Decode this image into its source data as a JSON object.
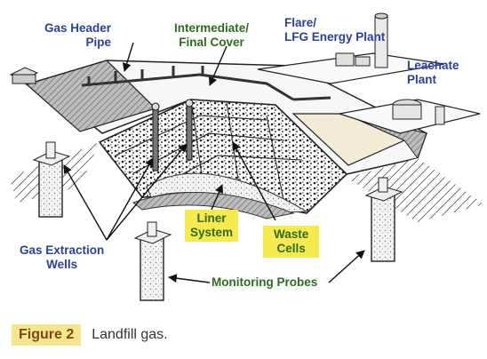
{
  "labels": {
    "gas_header": [
      "Gas Header",
      "Pipe"
    ],
    "cover": [
      "Intermediate/",
      "Final Cover"
    ],
    "flare": [
      "Flare/",
      "LFG Energy Plant"
    ],
    "leachate": [
      "Leachate",
      "Plant"
    ],
    "liner": [
      "Liner",
      "System"
    ],
    "waste": [
      "Waste",
      "Cells"
    ],
    "wells": [
      "Gas Extraction",
      "Wells"
    ],
    "probes": "Monitoring Probes"
  },
  "caption": {
    "tag": "Figure 2",
    "text": "Landfill gas."
  },
  "colors": {
    "label_blue": "#2b3f9e",
    "label_green": "#2e6b1f",
    "highlight_yellow": "#f6ea4e",
    "figure_tag_bg": "#f6e58a"
  }
}
